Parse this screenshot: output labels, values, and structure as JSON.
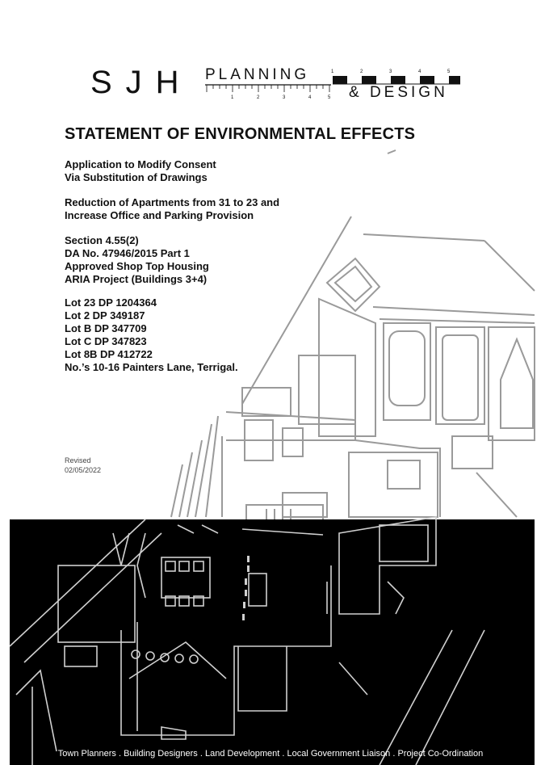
{
  "logo": {
    "sjh": "SJH",
    "planning": "PLANNING",
    "design": "& DESIGN",
    "ruler_top_numbers": [
      "1",
      "2",
      "3",
      "4",
      "5"
    ],
    "ruler_bottom_numbers": [
      "1",
      "2",
      "3",
      "4",
      "5"
    ]
  },
  "title": "STATEMENT OF ENVIRONMENTAL EFFECTS",
  "application": [
    "Application to Modify Consent",
    "Via Substitution of Drawings"
  ],
  "reduction": [
    "Reduction of Apartments from 31 to 23 and",
    "Increase Office and Parking Provision"
  ],
  "section": [
    "Section 4.55(2)",
    "DA No. 47946/2015 Part 1",
    "Approved Shop Top Housing",
    "ARIA Project (Buildings 3+4)"
  ],
  "lots": [
    "Lot 23 DP 1204364",
    "Lot 2 DP 349187",
    "Lot B DP 347709",
    "Lot C DP 347823",
    "Lot 8B DP 412722",
    "No.’s 10-16 Painters Lane, Terrigal."
  ],
  "revised": {
    "label": "Revised",
    "date": "02/05/2022"
  },
  "footer": "Town Planners . Building Designers . Land Development . Local Government Liaison . Project Co-Ordination",
  "colors": {
    "dark_panel": "#000000",
    "plan_lines_light": "#9a9a9a",
    "plan_lines_dark": "#cfcfcf",
    "text": "#111111"
  }
}
